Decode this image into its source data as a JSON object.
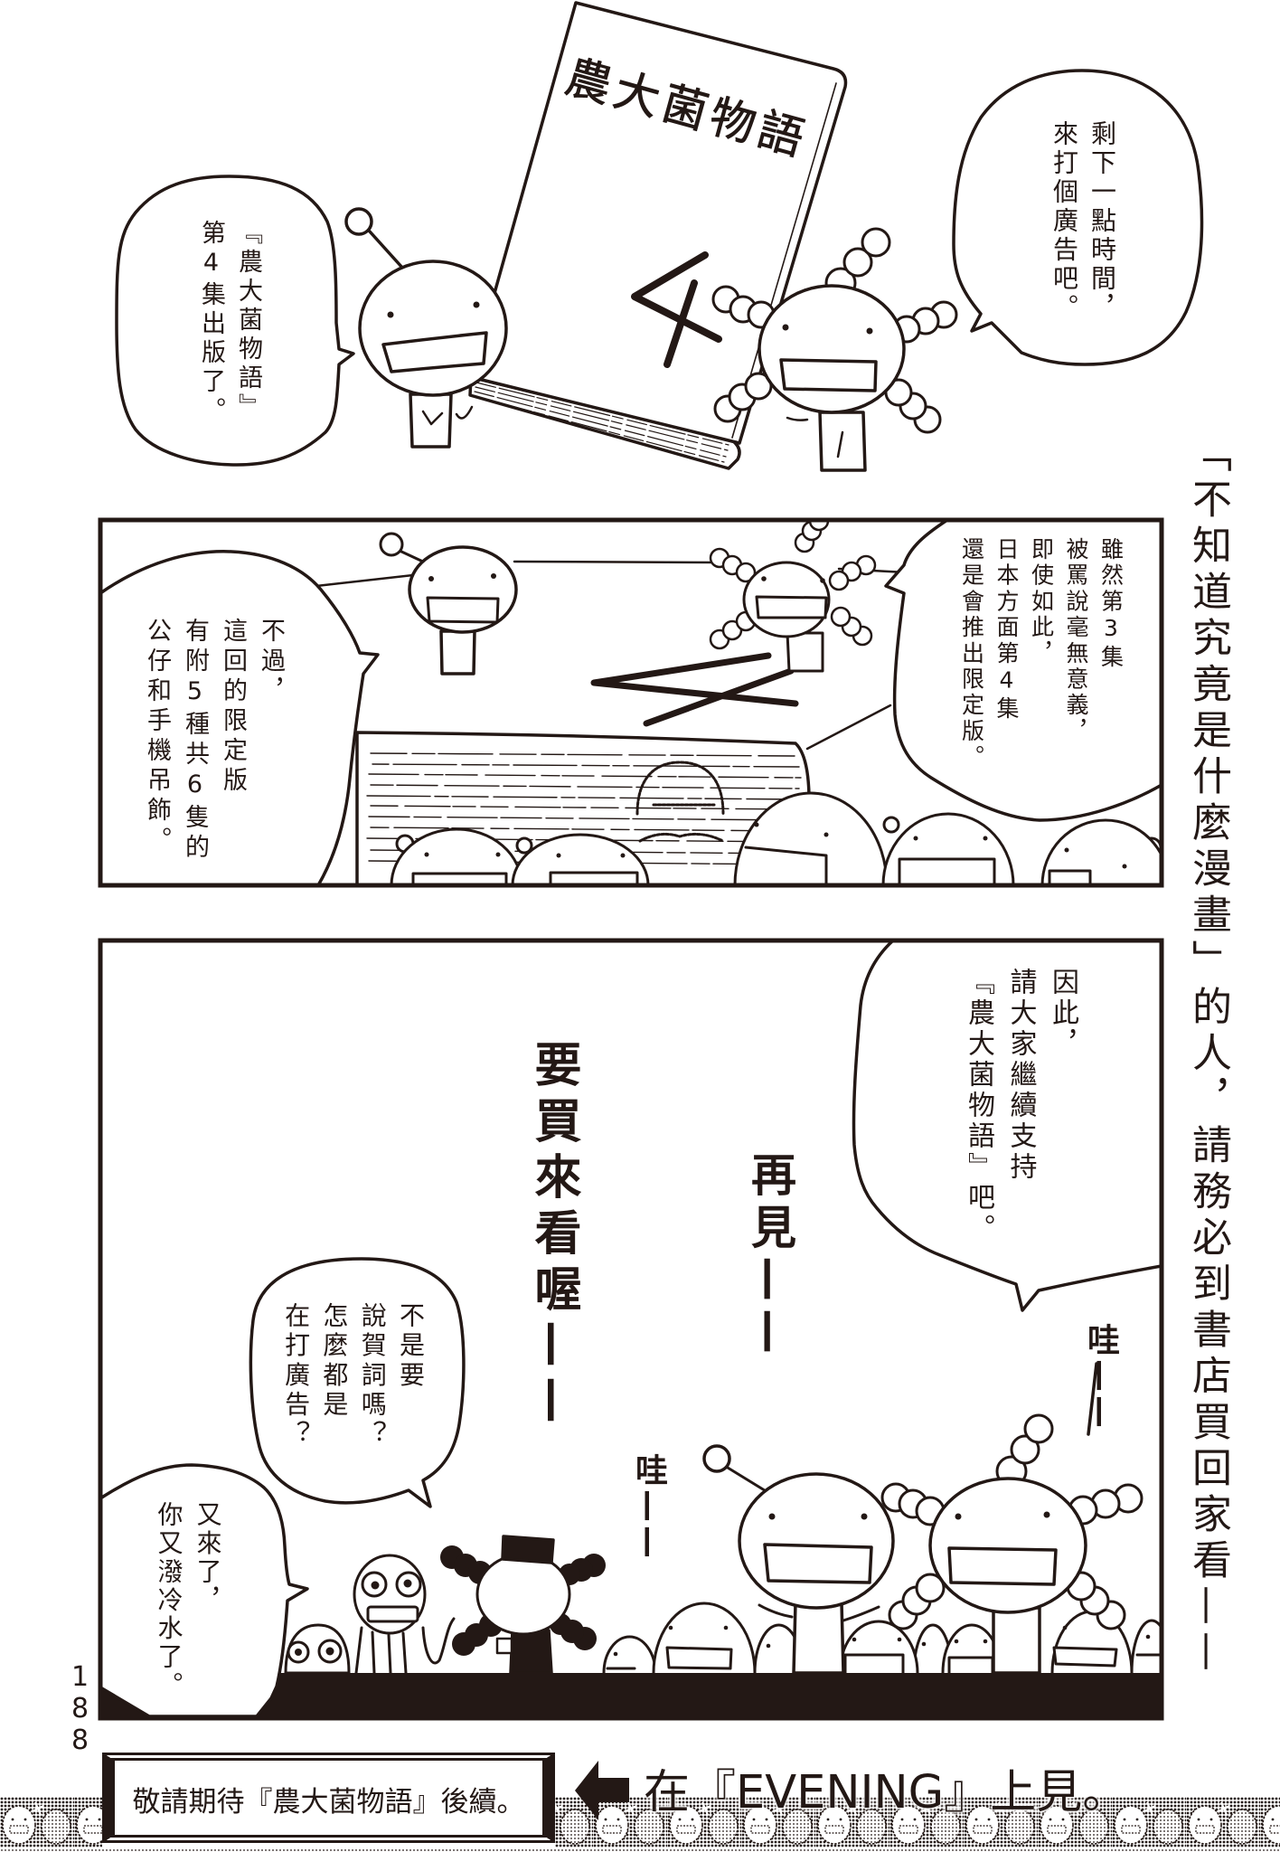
{
  "page": {
    "number": "188"
  },
  "theme": {
    "ink": "#231815",
    "paper": "#ffffff",
    "screentone": "#8c8c8c"
  },
  "panel1": {
    "book_cover": {
      "title": "農大菌物語",
      "volume": "4"
    },
    "bubble_left": {
      "lines": [
        "『農大菌物語』",
        "第4集出版了。"
      ]
    },
    "bubble_right": {
      "lines": [
        "剩下一點時間，",
        "來打個廣告吧。"
      ]
    }
  },
  "side_caption": {
    "text": "「不知道究竟是什麼漫畫」的人，請務必到書店買回家看——"
  },
  "panel2": {
    "wall_number": "4",
    "bubble_left": {
      "lines": [
        "不過，",
        "這回的限定版",
        "有附5種共6隻的",
        "公仔和手機吊飾。"
      ]
    },
    "bubble_right": {
      "lines": [
        "雖然第3集",
        "被罵說毫無意義，",
        "即使如此，",
        "日本方面第4集",
        "還是會推出限定版。"
      ]
    }
  },
  "panel3": {
    "bubble_top_right": {
      "lines": [
        "因此，",
        "請大家繼續支持",
        "『農大菌物語』吧。"
      ]
    },
    "shout_buy": "要買來看喔——",
    "shout_bye": "再見——",
    "bubble_question": {
      "lines": [
        "不是要",
        "說賀詞嗎？",
        "怎麼都是",
        "在打廣告？"
      ]
    },
    "bubble_retort": {
      "lines": [
        "又來了，",
        "你又潑冷水了。"
      ]
    },
    "sfx_right": "哇——",
    "sfx_left": "哇——"
  },
  "footer": {
    "box_text": "敬請期待『農大菌物語』後續。",
    "arrow_icon": "left-arrow-icon",
    "tagline": "在『EVENING』上見。"
  }
}
